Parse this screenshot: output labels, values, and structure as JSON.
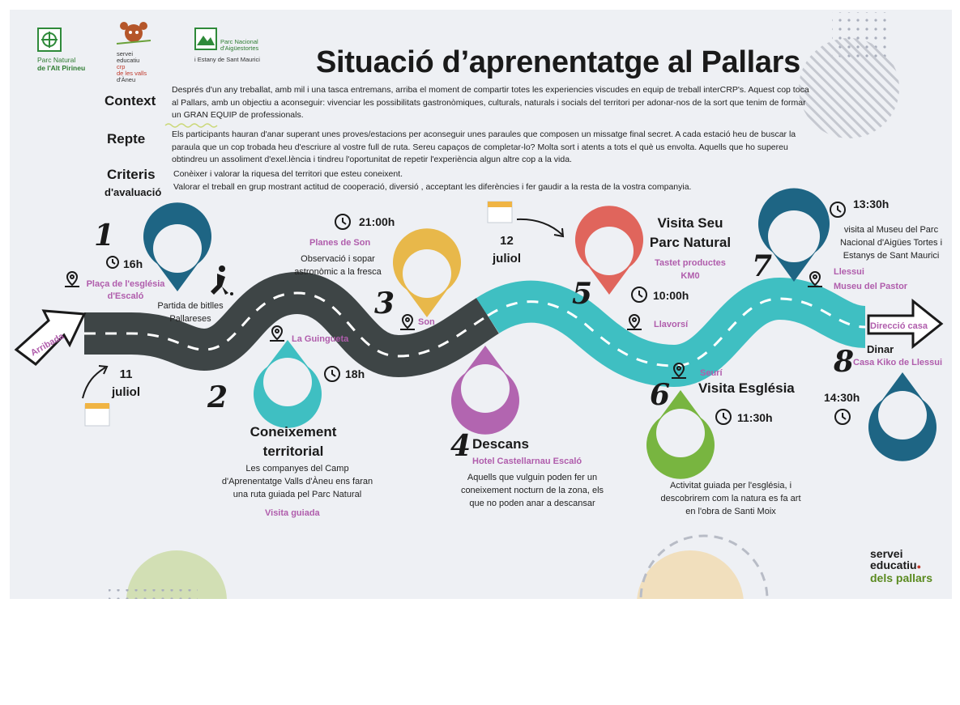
{
  "title": "Situació d’aprenentatge al Pallars",
  "logos": {
    "altpirineu": {
      "line1": "Parc Natural",
      "line2": "de l'Alt Pirineu"
    },
    "servei_center": {
      "line1": "servei",
      "line2": "educatiu",
      "line3": "crp",
      "line4": "de les valls",
      "line5": "d'Àneu"
    },
    "aiguestortes": {
      "line1": "Parc Nacional",
      "line2": "d'Aigüestortes",
      "line3": "i Estany de Sant Maurici"
    },
    "servei_bottom": {
      "line1": "servei",
      "line2": "educatiu",
      "line3": "dels pallars"
    }
  },
  "sections": {
    "context": {
      "label": "Context",
      "lines": [
        "Després d'un any treballat, amb mil i una tasca entremans, arriba el moment de compartir totes les experiencies viscudes en equip de treball interCRP's. Aquest cop toca",
        "al Pallars, amb un objectiu a aconseguir: vivenciar les possibilitats gastronòmiques, culturals, naturals i socials  del territori per adonar-nos de la sort que tenim de formar",
        "un GRAN EQUIP de professionals."
      ]
    },
    "repte": {
      "label": "Repte",
      "lines": [
        "Els participants hauran d'anar superant unes proves/estacions per aconseguir unes paraules que composen un missatge final secret. A cada estació heu de buscar la",
        "paraula que un cop trobada heu d'escriure al vostre full de ruta.  Sereu capaços de completar-lo? Molta sort i atents a tots el què us envolta. Aquells que ho supereu",
        "obtindreu un assoliment d'exel.lència i tindreu l'oportunitat de repetir l'experiència algun altre cop a la vida."
      ]
    },
    "criteris": {
      "label1": "Criteris",
      "label2": "d'avaluació",
      "lines": [
        "Conèixer i valorar la riquesa del territori que esteu coneixent.",
        "Valorar el treball en grup mostrant actitud de cooperació, diversió , acceptant les diferències i fer gaudir a la resta de la vostra companyia."
      ]
    }
  },
  "route": {
    "arrival": "Arribada",
    "exit": "Direcció casa",
    "day1": {
      "day": "11",
      "month": "juliol"
    },
    "day2": {
      "day": "12",
      "month": "juliol"
    }
  },
  "stops": {
    "s1": {
      "number": "1",
      "time": "16h",
      "place": [
        "Plaça de l'església",
        "d'Escaló"
      ],
      "desc": [
        "Partida de bitlles",
        "Pallareses"
      ],
      "color": "#1e6584"
    },
    "s2": {
      "number": "2",
      "time": "18h",
      "place": "La Guingueta",
      "head": [
        "Coneixement",
        "territorial"
      ],
      "desc": [
        "Les companyes del Camp",
        "d'Aprenentatge Valls d'Àneu ens faran",
        "una ruta guiada pel Parc Natural"
      ],
      "sub": "Visita guiada",
      "color": "#3fbfc2"
    },
    "s3": {
      "number": "3",
      "time": "21:00h",
      "place_top": "Planes de Son",
      "place": "Son",
      "desc": [
        "Observació i sopar",
        "astronòmic a la fresca"
      ],
      "color": "#e8b84a"
    },
    "s4": {
      "number": "4",
      "head": "Descans",
      "place": "Hotel Castellarnau Escaló",
      "desc": [
        "Aquells que vulguin poden fer un",
        "coneixement nocturn de la zona, els",
        "que no poden anar a descansar"
      ],
      "color": "#b265b0"
    },
    "s5": {
      "number": "5",
      "time": "10:00h",
      "head": [
        "Visita Seu",
        "Parc Natural"
      ],
      "sub": [
        "Tastet productes",
        "KM0"
      ],
      "place": "Llavorsí",
      "color": "#e0655c"
    },
    "s6": {
      "number": "6",
      "time": "11:30h",
      "place": "Seurí",
      "head": "Visita Església",
      "desc": [
        "Activitat guiada per l'església, i",
        "descobrirem com la natura es fa art",
        "en l'obra de Santi Moix"
      ],
      "color": "#78b540"
    },
    "s7": {
      "number": "7",
      "time": "13:30h",
      "desc": [
        "visita al Museu del Parc",
        "Nacional d'Aigües Tortes i",
        "Estanys de Sant Maurici"
      ],
      "place1": "Llessui",
      "place2": "Museu del Pastor",
      "color": "#1e6584"
    },
    "s8": {
      "number": "8",
      "time": "14:30h",
      "head": "Dinar",
      "place": "Casa Kiko de Llessui",
      "color": "#1e6584"
    }
  }
}
